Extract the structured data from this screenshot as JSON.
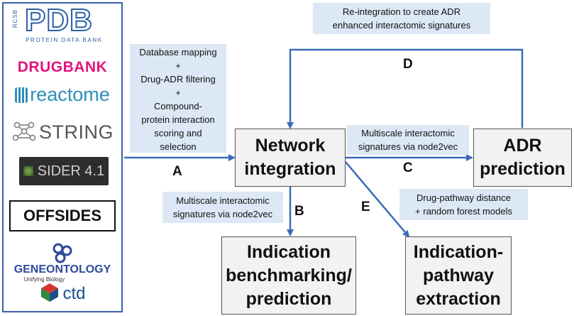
{
  "sources": {
    "pdb": {
      "rcsb": "RCSB",
      "name": "PDB",
      "subtitle": "PROTEIN DATA BANK"
    },
    "drugbank": "DRUGBANK",
    "reactome": "reactome",
    "string": "STRING",
    "sider": "SIDER 4.1",
    "offsides": "OFFSIDES",
    "geneontology": {
      "name": "GENEONTOLOGY",
      "tagline": "Unifying Biology"
    },
    "ctd": "ctd"
  },
  "notes": {
    "mapping": "Database mapping\n+\nDrug-ADR filtering\n+\nCompound-\nprotein interaction\nscoring and\nselection",
    "reintegration": "Re-integration to create ADR\nenhanced interactomic signatures",
    "multiscale_c": "Multiscale interactomic\nsignatures via node2vec",
    "multiscale_b": "Multiscale interactomic\nsignatures via node2vec",
    "pathway": "Drug-pathway distance\n+ random forest models"
  },
  "nodes": {
    "network": "Network\nintegration",
    "adr": "ADR\nprediction",
    "indication": "Indication\nbenchmarking/\nprediction",
    "pathway": "Indication-\npathway\nextraction"
  },
  "labels": {
    "a": "A",
    "b": "B",
    "c": "C",
    "d": "D",
    "e": "E"
  },
  "colors": {
    "arrow": "#3a6bb8",
    "note_bg": "#dce8f5",
    "node_bg": "#f2f2f2"
  }
}
